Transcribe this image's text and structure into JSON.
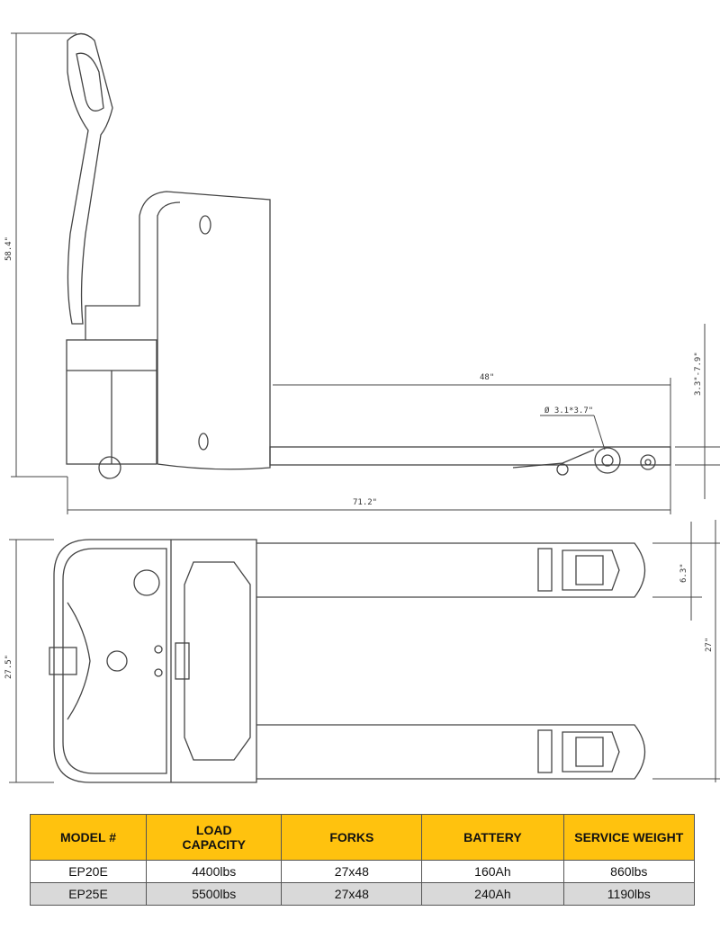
{
  "dimensions": {
    "overall_height": "58.4\"",
    "fork_length": "48\"",
    "wheel_size": "Ø 3.1*3.7\"",
    "lift_range": "3.3\"-7.9\"",
    "overall_length": "71.2\"",
    "overall_width": "27.5\"",
    "fork_width": "6.3\"",
    "fork_spread": "27\""
  },
  "colors": {
    "header": "#FFC20E",
    "alt_row": "#D9D9D9",
    "line": "#444444"
  },
  "table": {
    "headers": [
      "MODEL #",
      "LOAD CAPACITY",
      "FORKS",
      "BATTERY",
      "SERVICE WEIGHT"
    ],
    "rows": [
      [
        "EP20E",
        "4400lbs",
        "27x48",
        "160Ah",
        "860lbs"
      ],
      [
        "EP25E",
        "5500lbs",
        "27x48",
        "240Ah",
        "1190lbs"
      ]
    ]
  }
}
